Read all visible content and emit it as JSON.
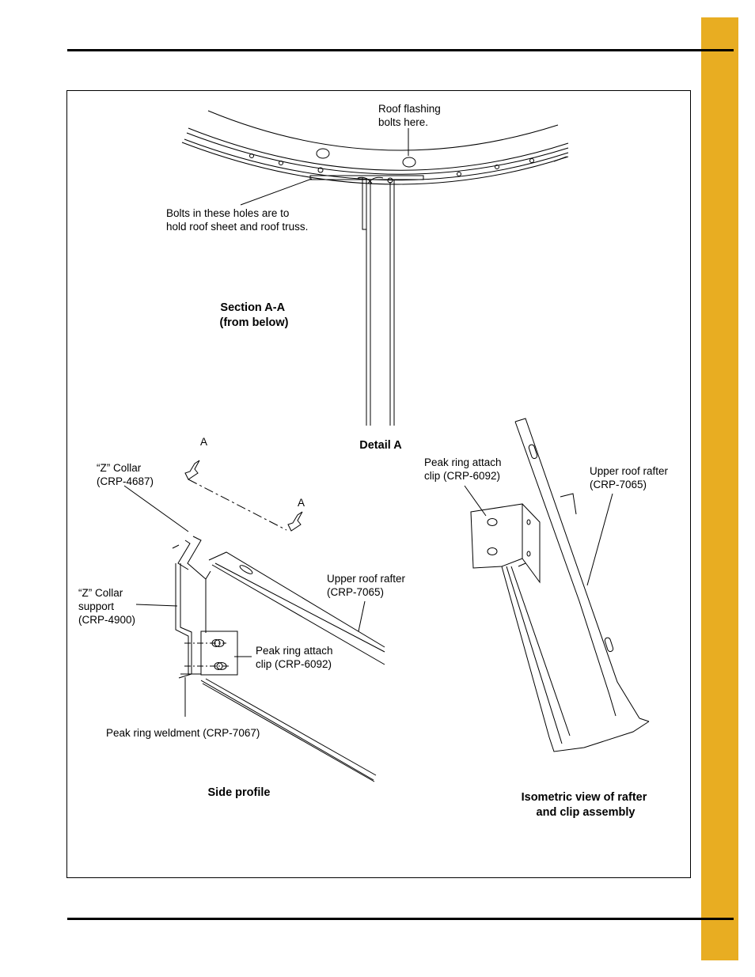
{
  "labels": {
    "roof_flashing": [
      "Roof flashing",
      "bolts here."
    ],
    "bolts_holes": [
      "Bolts in these holes are to",
      "hold roof sheet and roof truss."
    ],
    "section_caption": [
      "Section A-A",
      "(from below)"
    ],
    "detail_caption": "Detail A",
    "section_mark_a1": "A",
    "section_mark_a2": "A",
    "z_collar": [
      "“Z” Collar",
      "(CRP-4687)"
    ],
    "z_collar_support": [
      "“Z” Collar",
      "support",
      "(CRP-4900)"
    ],
    "upper_rafter_side": [
      "Upper roof rafter",
      "(CRP-7065)"
    ],
    "clip_side": [
      "Peak ring attach",
      "clip (CRP-6092)"
    ],
    "peak_ring_weldment": "Peak ring weldment (CRP-7067)",
    "side_caption": "Side profile",
    "clip_iso": [
      "Peak ring attach",
      "clip (CRP-6092)"
    ],
    "upper_rafter_iso": [
      "Upper roof rafter",
      "(CRP-7065)"
    ],
    "iso_caption": [
      "Isometric view of rafter",
      "and clip assembly"
    ]
  },
  "colors": {
    "side_tab": "#e8ad22",
    "line": "#000000"
  }
}
